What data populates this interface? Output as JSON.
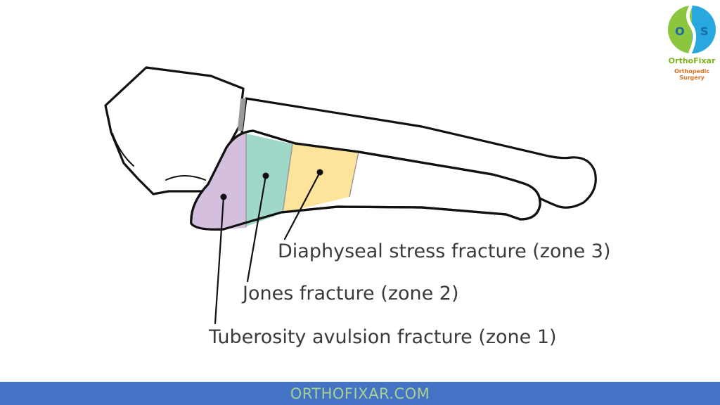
{
  "labels": {
    "zone3": "Diaphyseal stress fracture (zone 3)",
    "zone2": "Jones fracture (zone 2)",
    "zone1": "Tuberosity avulsion fracture (zone 1)"
  },
  "zone_colors": {
    "zone1": "#d5bfdf",
    "zone2": "#9fd8c9",
    "zone3": "#fde49a"
  },
  "footer": {
    "text": "ORTHOFIXAR.COM"
  },
  "logo": {
    "name": "OrthoFixar",
    "subtitle": "Orthopedic Surgery",
    "left_letter": "O",
    "right_letter": "S"
  }
}
